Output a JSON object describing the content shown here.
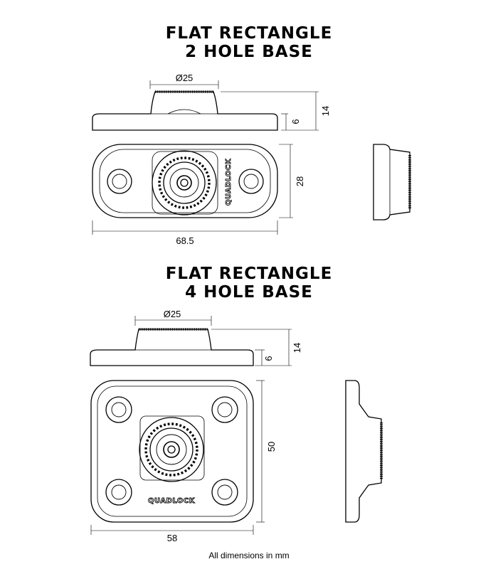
{
  "sections": [
    {
      "title_line1": "FLAT RECTANGLE",
      "title_line2": "2 HOLE BASE",
      "dim_diameter": "Ø25",
      "dim_height_total": "14",
      "dim_height_base": "6",
      "dim_width": "68.5",
      "dim_depth": "28",
      "logo_text": "QUADLOCK"
    },
    {
      "title_line1": "FLAT RECTANGLE",
      "title_line2": "4 HOLE BASE",
      "dim_diameter": "Ø25",
      "dim_height_total": "14",
      "dim_height_base": "6",
      "dim_width": "58",
      "dim_depth": "50",
      "logo_text": "QUADLOCK"
    }
  ],
  "footnote": "All dimensions in mm"
}
